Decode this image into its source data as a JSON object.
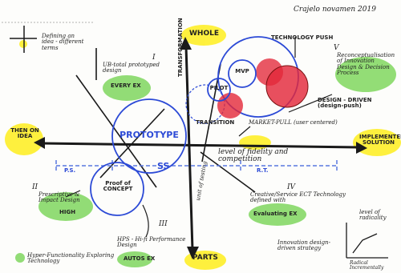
{
  "signature": "Crajelo novamen 2019",
  "corner_note": {
    "sign": "+",
    "text": "Defining an idea - different terms"
  },
  "axis": {
    "top": "WHOLE",
    "bottom": "PARTS",
    "left": "THEN ON IDEA",
    "right": "IMPLEMENTED SOLUTION"
  },
  "roman": [
    "I",
    "II",
    "III",
    "IV",
    "V"
  ],
  "labels": {
    "i_text": "UB-total prototyped design",
    "i_badge": "EVERY EX",
    "technology_push": "TECHNOLOGY PUSH",
    "tp_quote": "Reconceptualisation of Innovation Design & Decision Process",
    "design_driven": "DESIGN - DRIVEN (design-push)",
    "mvp": "MVP",
    "pilot": "PILOT",
    "transformation": "TRANSFORMATION",
    "transition": "TRANSITION",
    "market_pull": "MARKET-PULL (user centered)",
    "prototype": "PROTOTYPE",
    "fidelity": "level of fidelity and competition",
    "proof": "Proof of CONCEPT",
    "ps": "P.S.",
    "ss": "SS",
    "rt": "R.T.",
    "unit_testing": "unit of testing",
    "ii_text": "Prescriptive & Impact Design",
    "ii_badge": "HIGH",
    "iii_text": "HPS - Hi-fi Performance Design",
    "iii_badge": "AUTOS EX",
    "iv_text": "Creative/Service ECT Technology defined with",
    "iv_badge": "Evaluating EX",
    "bottom_note": "Hyper-Functionality Exploring Technology",
    "innovation": "Innovation design-driven strategy",
    "mini_axis_label": "level of radicality",
    "mini_axis_x": "Radical Incrementally"
  },
  "colors": {
    "ink": "#1a1a1a",
    "blue": "#2c4ad6",
    "red": "#e3283a",
    "yellow": "#ffec00",
    "green": "#5fc83c",
    "dash_blue": "#5a78e0"
  }
}
